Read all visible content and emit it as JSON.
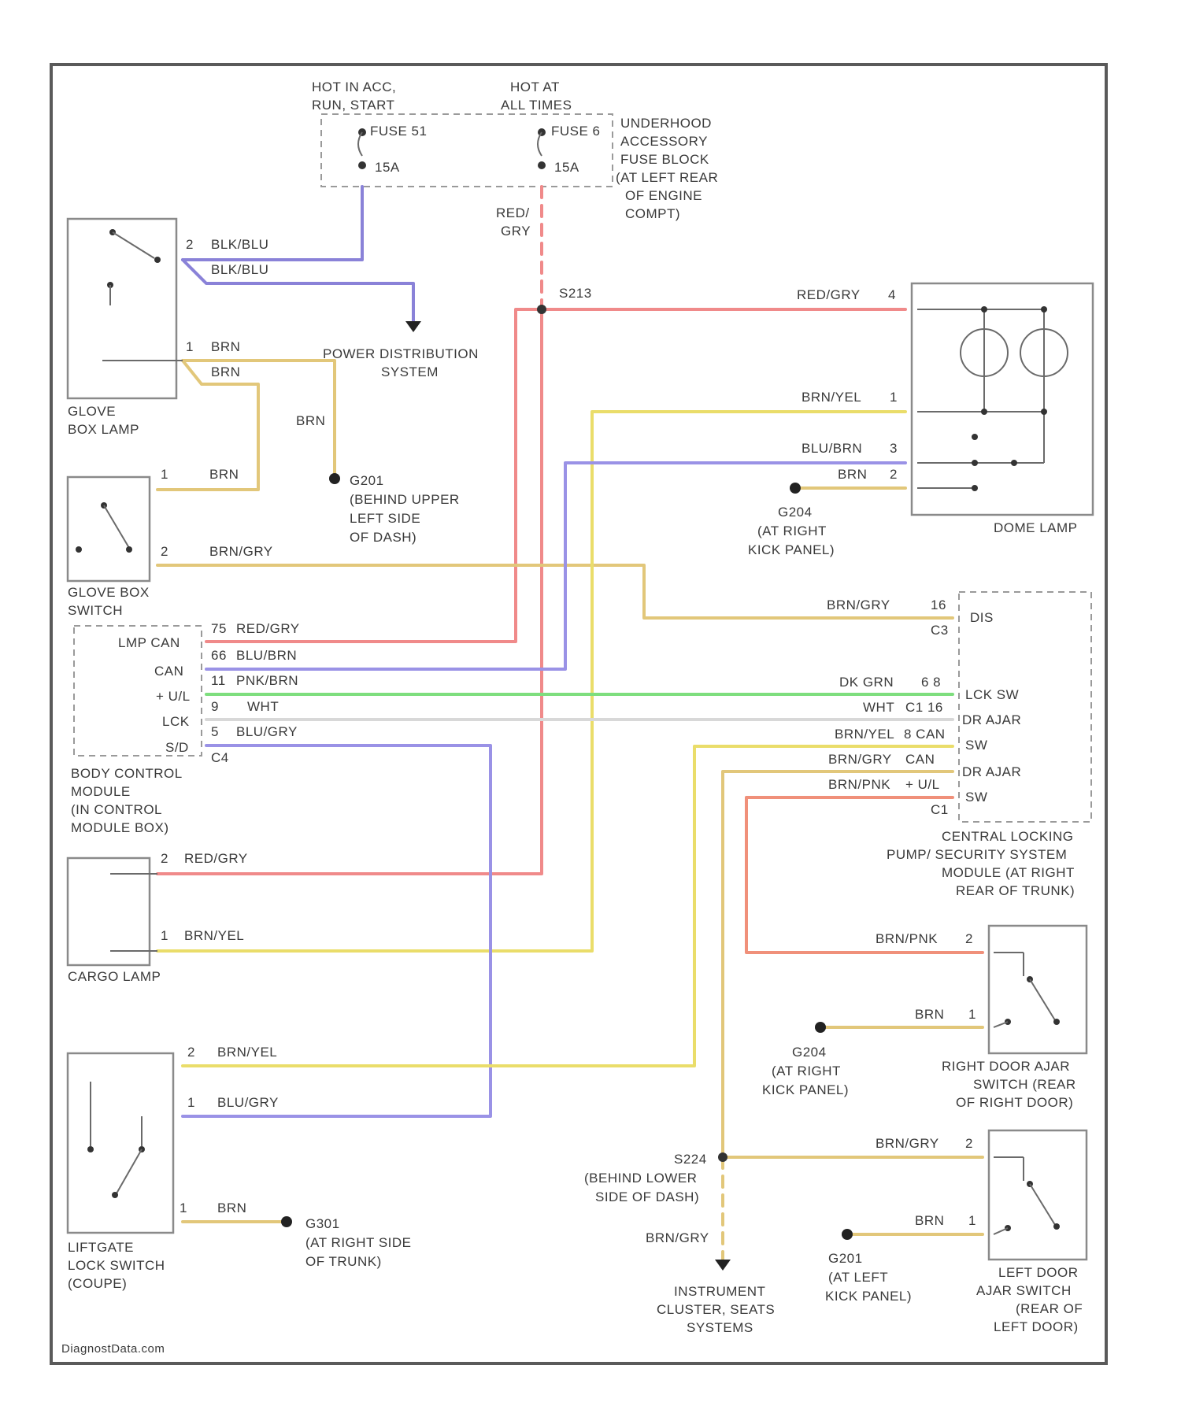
{
  "colors": {
    "blu_blu": "#8a82d8",
    "red_gry": "#f08a8a",
    "brn": "#e2c77a",
    "brn_yel": "#eadd6a",
    "blu_gry": "#9a92e6",
    "dk_grn": "#7ede7e",
    "wht": "#d8d8d8",
    "brn_pnk": "#f0907a"
  },
  "fuse_block": {
    "left_caption_l1": "HOT IN ACC,",
    "left_caption_l2": "RUN, START",
    "right_caption_l1": "HOT AT",
    "right_caption_l2": "ALL TIMES",
    "fuse_a": "FUSE 51",
    "fuse_a_rating": "15A",
    "fuse_b": "FUSE 6",
    "fuse_b_rating": "15A",
    "name_l1": "UNDERHOOD",
    "name_l2": "ACCESSORY",
    "name_l3": "FUSE BLOCK",
    "name_l4": "(AT LEFT REAR",
    "name_l5": "OF ENGINE",
    "name_l6": "COMPT)"
  },
  "vertical_label_l1": "RED/",
  "vertical_label_l2": "GRY",
  "splice": "S213",
  "glove_box_lamp": {
    "name_l1": "GLOVE",
    "name_l2": "BOX LAMP",
    "pin2": "2",
    "pin1": "1",
    "wire_a": "BLK/BLU",
    "wire_b": "BLK/BLU",
    "wire_c": "BRN",
    "wire_d": "BRN"
  },
  "power_dist_l1": "POWER DISTRIBUTION",
  "power_dist_l2": "SYSTEM",
  "g201": {
    "wire": "BRN",
    "name": "G201",
    "desc_l1": "(BEHIND UPPER",
    "desc_l2": "LEFT SIDE",
    "desc_l3": "OF DASH)"
  },
  "glove_box_switch": {
    "name_l1": "GLOVE BOX",
    "name_l2": "SWITCH",
    "pin1": "1",
    "wire1": "BRN",
    "pin2": "2",
    "wire2": "BRN/GRY"
  },
  "bcm": {
    "name_l1": "BODY CONTROL",
    "name_l2": "MODULE",
    "name_l3": "(IN CONTROL",
    "name_l4": "MODULE BOX)",
    "connector": "C4",
    "pins": [
      {
        "label": "LMP CAN",
        "pin": "75",
        "wire": "RED/GRY"
      },
      {
        "label": "CAN",
        "pin": "66",
        "wire": "BLU/BRN"
      },
      {
        "label": "+ U/L",
        "pin": "11",
        "wire": "PNK/BRN"
      },
      {
        "label": "LCK",
        "pin": "9",
        "wire": "WHT"
      },
      {
        "label": "S/D",
        "pin": "5",
        "wire": "BLU/GRY"
      }
    ]
  },
  "dome_lamp": {
    "name": "DOME LAMP",
    "pin4": "4",
    "wire4": "RED/GRY",
    "pin1": "1",
    "wire1": "BRN/YEL",
    "pin3": "3",
    "wire3": "BLU/BRN",
    "pin2": "2",
    "wire2": "BRN"
  },
  "g204a": {
    "name": "G204",
    "desc_l1": "(AT RIGHT",
    "desc_l2": "KICK PANEL)"
  },
  "central_module": {
    "name_l1": "CENTRAL LOCKING",
    "name_l2": "PUMP/ SECURITY SYSTEM",
    "name_l3": "MODULE (AT RIGHT",
    "name_l4": "REAR OF TRUNK)",
    "c3": "C3",
    "c1": "C1",
    "rows": [
      {
        "wire": "BRN/GRY",
        "pin": "16",
        "label": "DIS"
      },
      {
        "wire": "DK GRN",
        "pin": "6  8",
        "label": "LCK SW"
      },
      {
        "wire": "WHT",
        "pin": "C1 16",
        "label": "DR AJAR"
      },
      {
        "wire": "BRN/YEL",
        "pin": "8 CAN",
        "label": "SW"
      },
      {
        "wire": "BRN/GRY",
        "pin": "CAN",
        "label": "DR AJAR"
      },
      {
        "wire": "BRN/PNK",
        "pin": "+ U/L",
        "label": "SW"
      }
    ]
  },
  "cargo_lamp": {
    "name": "CARGO LAMP",
    "pin2": "2",
    "wire2": "RED/GRY",
    "pin1": "1",
    "wire1": "BRN/YEL"
  },
  "right_door_switch": {
    "name_l1": "RIGHT DOOR AJAR",
    "name_l2": "SWITCH (REAR",
    "name_l3": "OF RIGHT DOOR)",
    "pin2": "2",
    "wire2": "BRN/PNK",
    "pin1": "1",
    "wire1": "BRN"
  },
  "g204b": {
    "name": "G204",
    "desc_l1": "(AT RIGHT",
    "desc_l2": "KICK PANEL)"
  },
  "liftgate_switch": {
    "name_l1": "LIFTGATE",
    "name_l2": "LOCK SWITCH",
    "name_l3": "(COUPE)",
    "pin2": "2",
    "wire2": "BRN/YEL",
    "pin1": "1",
    "wire1": "BLU/GRY",
    "pin_g": "1",
    "wire_g": "BRN"
  },
  "g301": {
    "name": "G301",
    "desc_l1": "(AT RIGHT SIDE",
    "desc_l2": "OF TRUNK)"
  },
  "s224": {
    "name": "S224",
    "desc_l1": "(BEHIND LOWER",
    "desc_l2": "SIDE OF DASH)",
    "wire": "BRN/GRY"
  },
  "left_door_switch": {
    "name_l1": "LEFT DOOR",
    "name_l2": "AJAR SWITCH",
    "name_l3": "(REAR OF",
    "name_l4": "LEFT DOOR)",
    "pin2": "2",
    "wire2": "BRN/GRY",
    "pin1": "1",
    "wire1": "BRN"
  },
  "g201b": {
    "name": "G201",
    "desc_l1": "(AT LEFT",
    "desc_l2": "KICK PANEL)"
  },
  "instrument": {
    "l1": "INSTRUMENT",
    "l2": "CLUSTER, SEATS",
    "l3": "SYSTEMS"
  },
  "watermark": "DiagnostData.com"
}
